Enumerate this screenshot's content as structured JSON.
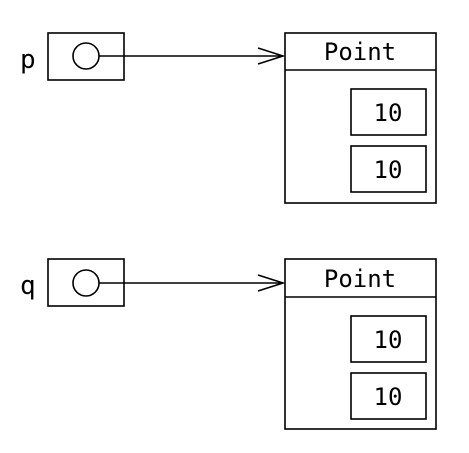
{
  "references": [
    {
      "variable": "p",
      "object": {
        "class_name": "Point",
        "fields": [
          "10",
          "10"
        ]
      }
    },
    {
      "variable": "q",
      "object": {
        "class_name": "Point",
        "fields": [
          "10",
          "10"
        ]
      }
    }
  ],
  "colors": {
    "stroke": "#000000",
    "background": "#ffffff"
  }
}
